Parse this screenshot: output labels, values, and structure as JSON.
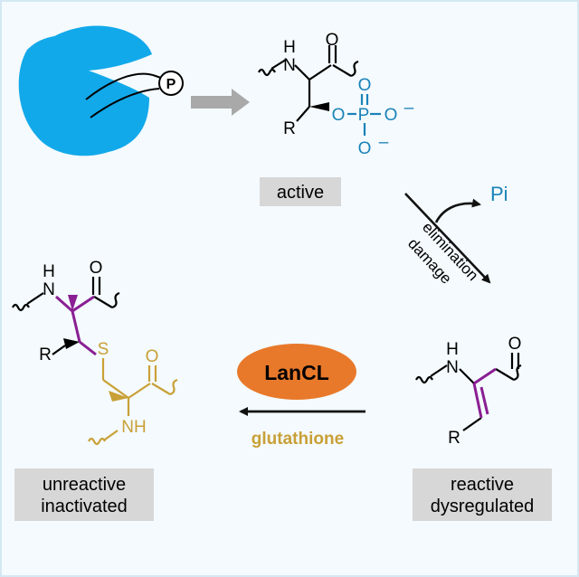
{
  "colors": {
    "background": "#f4fafd",
    "border": "#d4e8f3",
    "enzyme": "#12a9ea",
    "phosphate": "#1a82b8",
    "purple": "#8a1f93",
    "gold": "#c9a037",
    "lancl": "#e8792a",
    "label_box": "#d7d7d7",
    "arrow_gray": "#a9a9a9"
  },
  "icons": {
    "enzyme": "enzyme-blob-icon",
    "phospho_tag": "phospho-circle-icon"
  },
  "phospho_tag": "P",
  "states": {
    "active": "active",
    "reactive_line1": "reactive",
    "reactive_line2": "dysregulated",
    "unreactive_line1": "unreactive",
    "unreactive_line2": "inactivated"
  },
  "process": {
    "elimination_line1": "elimination",
    "elimination_line2": "damage",
    "pi": "Pi",
    "lancl": "LanCL",
    "glutathione": "glutathione"
  },
  "atoms": {
    "nh_n": "N",
    "nh_h": "H",
    "nh_full": "NH",
    "o": "O",
    "r": "R",
    "s": "S",
    "p": "P",
    "minus": "–"
  }
}
